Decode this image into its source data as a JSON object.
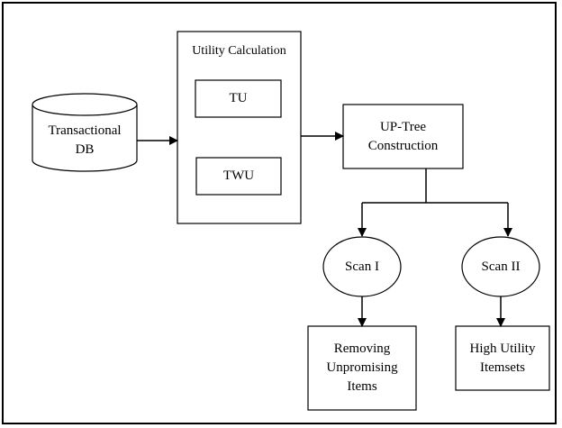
{
  "nodes": {
    "db": "Transactional\nDB",
    "utility_title": "Utility Calculation",
    "tu": "TU",
    "twu": "TWU",
    "uptree": "UP-Tree\nConstruction",
    "scan1": "Scan I",
    "scan2": "Scan II",
    "removing": "Removing\nUnpromising\nItems",
    "high_utility": "High Utility\nItemsets"
  }
}
